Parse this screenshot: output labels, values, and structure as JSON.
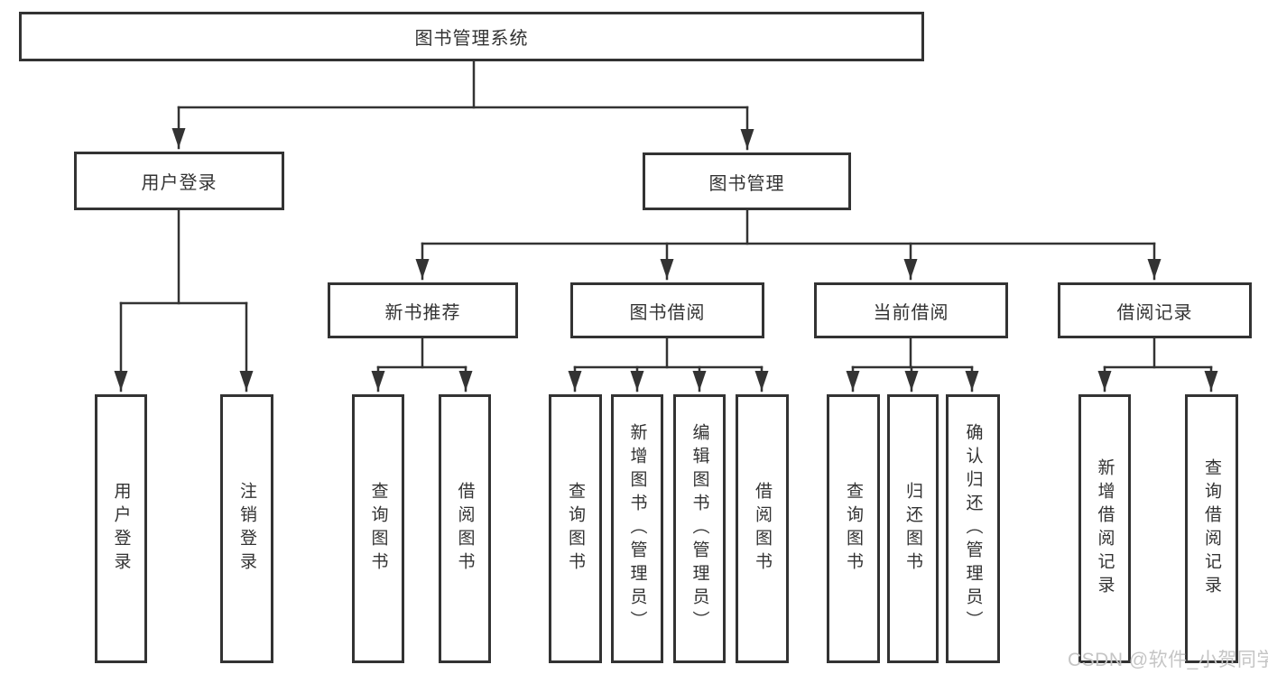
{
  "diagram": {
    "type": "hierarchy-tree",
    "orientation": "top-down",
    "hierarchy": {
      "root": "图书管理系统",
      "children": [
        {
          "label": "用户登录",
          "children": [
            "用户登录",
            "注销登录"
          ]
        },
        {
          "label": "图书管理",
          "children": [
            {
              "label": "新书推荐",
              "children": [
                "查询图书",
                "借阅图书"
              ]
            },
            {
              "label": "图书借阅",
              "children": [
                "查询图书",
                "新增图书（管理员）",
                "编辑图书（管理员）",
                "借阅图书"
              ]
            },
            {
              "label": "当前借阅",
              "children": [
                "查询图书",
                "归还图书",
                "确认归还（管理员）"
              ]
            },
            {
              "label": "借阅记录",
              "children": [
                "新增借阅记录",
                "查询借阅记录"
              ]
            }
          ]
        }
      ]
    }
  },
  "nodes": {
    "root": {
      "label": "图书管理系统"
    },
    "user_login": {
      "label": "用户登录"
    },
    "book_mgmt": {
      "label": "图书管理"
    },
    "new_books": {
      "label": "新书推荐"
    },
    "book_borrow": {
      "label": "图书借阅"
    },
    "current_borrow": {
      "label": "当前借阅"
    },
    "borrow_records": {
      "label": "借阅记录"
    },
    "leaf_user_login": {
      "label": "用户登录"
    },
    "leaf_logout": {
      "label": "注销登录"
    },
    "leaf_nb_query": {
      "label": "查询图书"
    },
    "leaf_nb_borrow": {
      "label": "借阅图书"
    },
    "leaf_bb_query": {
      "label": "查询图书"
    },
    "leaf_bb_add": {
      "label": "新增图书（管理员）"
    },
    "leaf_bb_edit": {
      "label": "编辑图书（管理员）"
    },
    "leaf_bb_borrow": {
      "label": "借阅图书"
    },
    "leaf_cb_query": {
      "label": "查询图书"
    },
    "leaf_cb_return": {
      "label": "归还图书"
    },
    "leaf_cb_confirm": {
      "label": "确认归还（管理员）"
    },
    "leaf_br_add": {
      "label": "新增借阅记录"
    },
    "leaf_br_query": {
      "label": "查询借阅记录"
    }
  },
  "watermark": {
    "text": "CSDN @软件_小贺同学",
    "color": "#c5c5c5"
  },
  "colors": {
    "line": "#333333",
    "box_border": "#333333",
    "text": "#333333",
    "background": "#ffffff"
  }
}
